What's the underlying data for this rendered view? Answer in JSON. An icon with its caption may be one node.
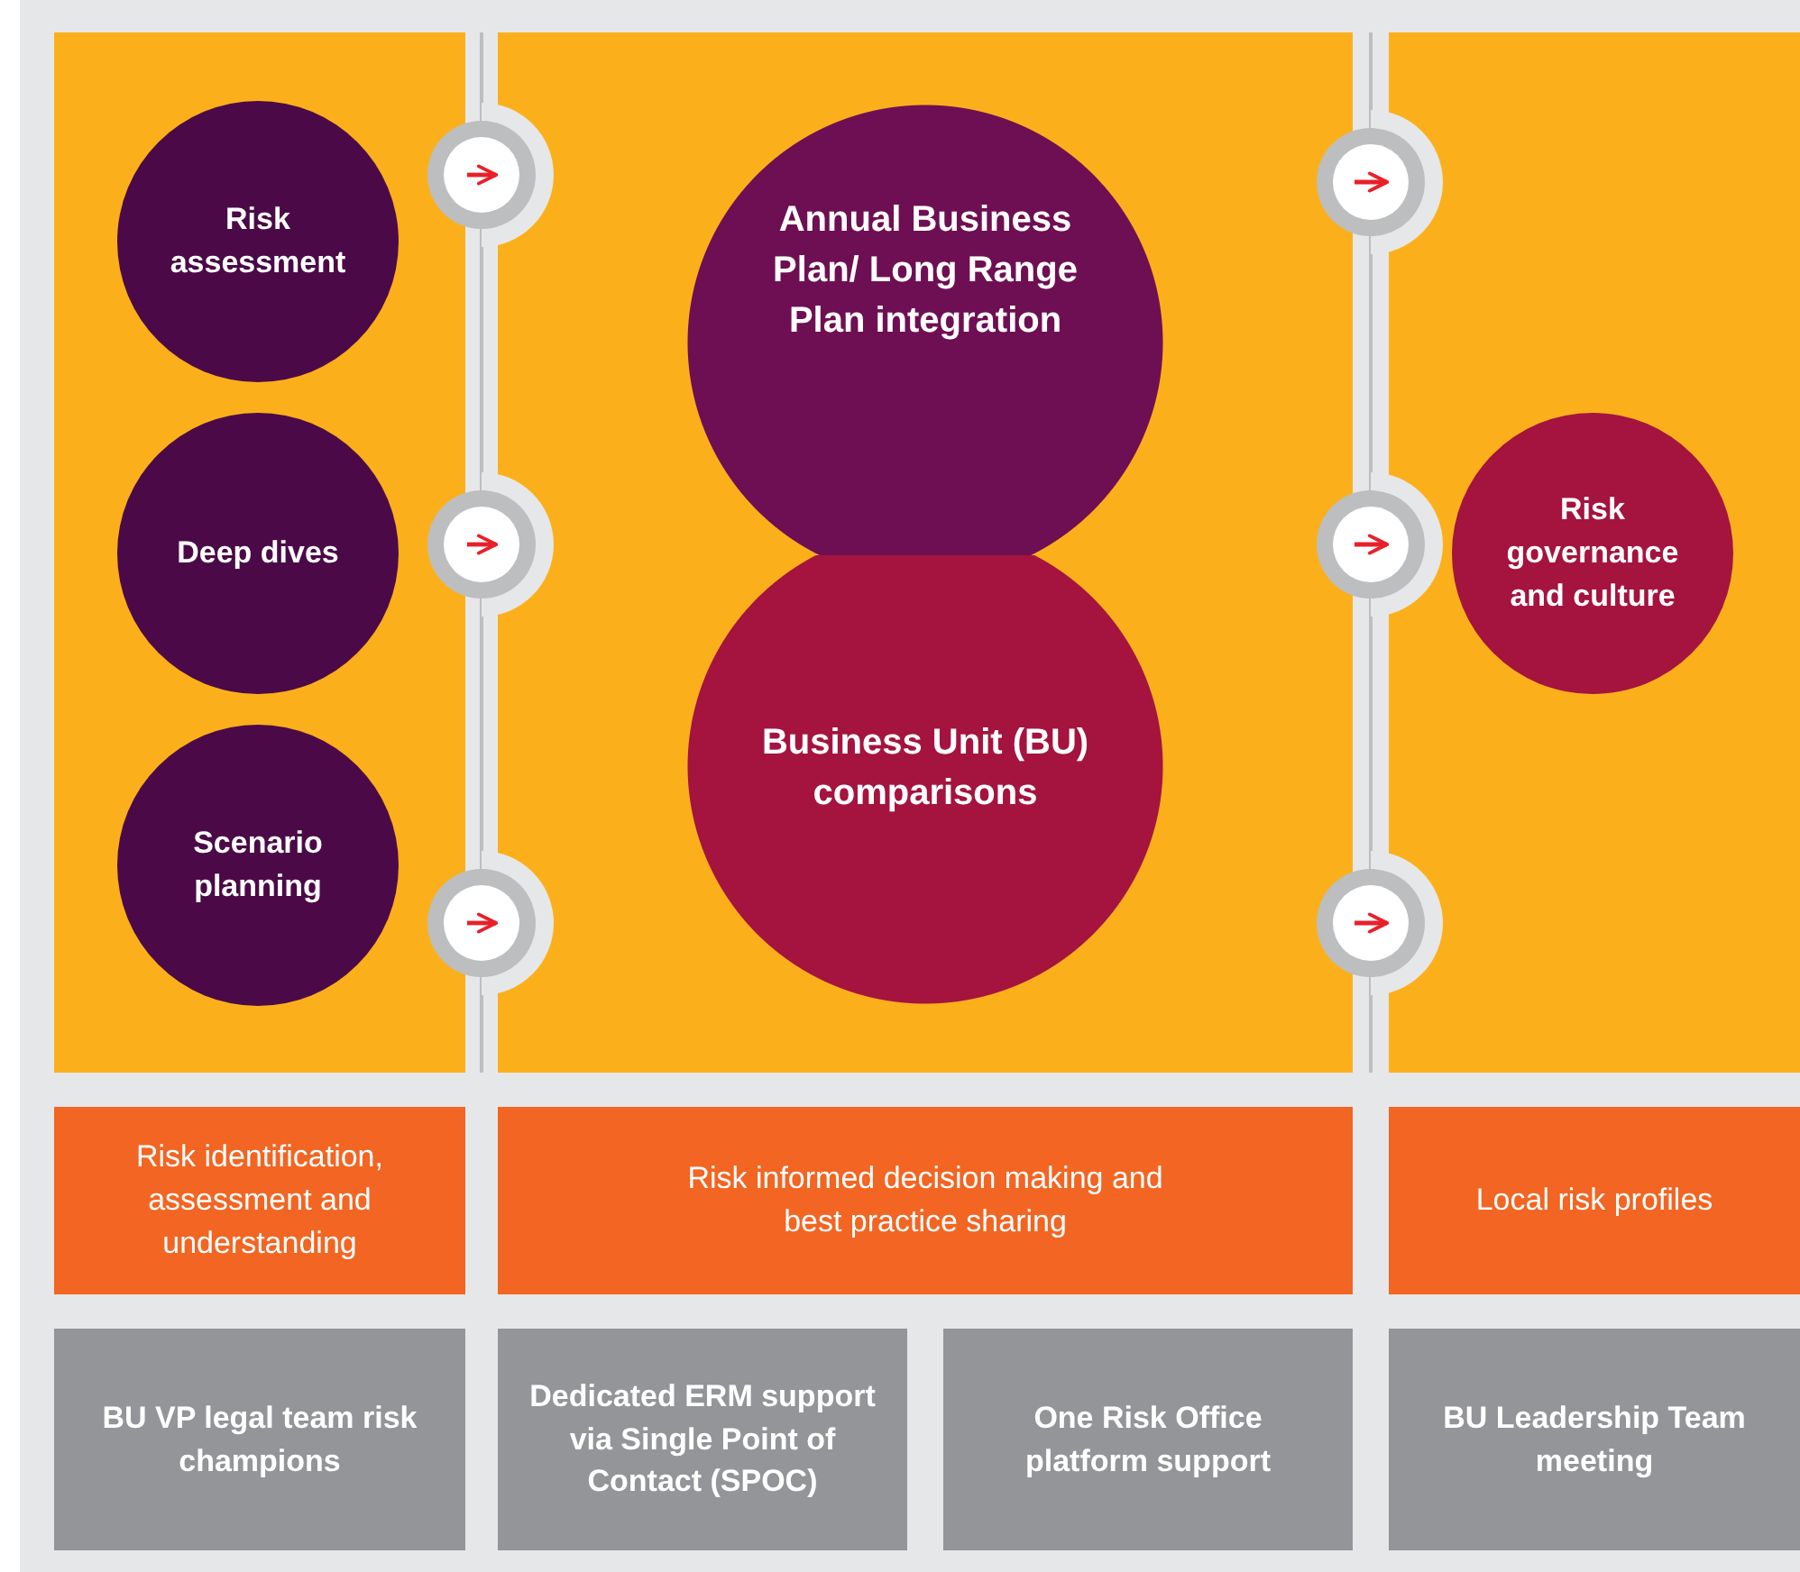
{
  "diagram": {
    "nodes": [
      {
        "text": [],
        "shape": "box"
      },
      {
        "text": [
          "Risk assessment"
        ],
        "in": 0
      },
      {
        "text": [
          "Deep dives"
        ],
        "in": 0
      },
      {
        "text": [
          "Scenario planning"
        ],
        "in": 0
      },
      {
        "text": [],
        "shape": "box"
      },
      {
        "text": [
          "Annual Business Plan/ Long Range Plan integration"
        ],
        "in": 4
      },
      {
        "text": [
          "Business Unit (BU) comparisons"
        ],
        "in": 4
      },
      {
        "text": [],
        "shape": "box"
      },
      {
        "text": [
          "Risk governance and culture"
        ],
        "in": 7
      },
      {
        "text": [
          "Risk identification, assessment and understanding"
        ]
      },
      {
        "text": [
          "Risk informed decision making and best practice sharing"
        ]
      },
      {
        "text": [
          "Local risk profiles"
        ]
      },
      {
        "text": [
          "BU VP legal team risk champions"
        ]
      },
      {
        "text": [
          "Dedicated ERM support via Single Point of Contact (SPOC)"
        ]
      },
      {
        "text": [
          "One Risk Office platform support"
        ]
      },
      {
        "text": [
          "BU Leadership Team meeting"
        ]
      }
    ],
    "edges": [
      {
        "from": 0,
        "to": 4,
        "arrow": "to"
      },
      {
        "from": 0,
        "to": 4,
        "arrow": "to"
      },
      {
        "from": 0,
        "to": 4,
        "arrow": "to"
      },
      {
        "from": 4,
        "to": 7,
        "arrow": "to"
      },
      {
        "from": 4,
        "to": 7,
        "arrow": "to"
      },
      {
        "from": 4,
        "to": 7,
        "arrow": "to"
      }
    ]
  }
}
